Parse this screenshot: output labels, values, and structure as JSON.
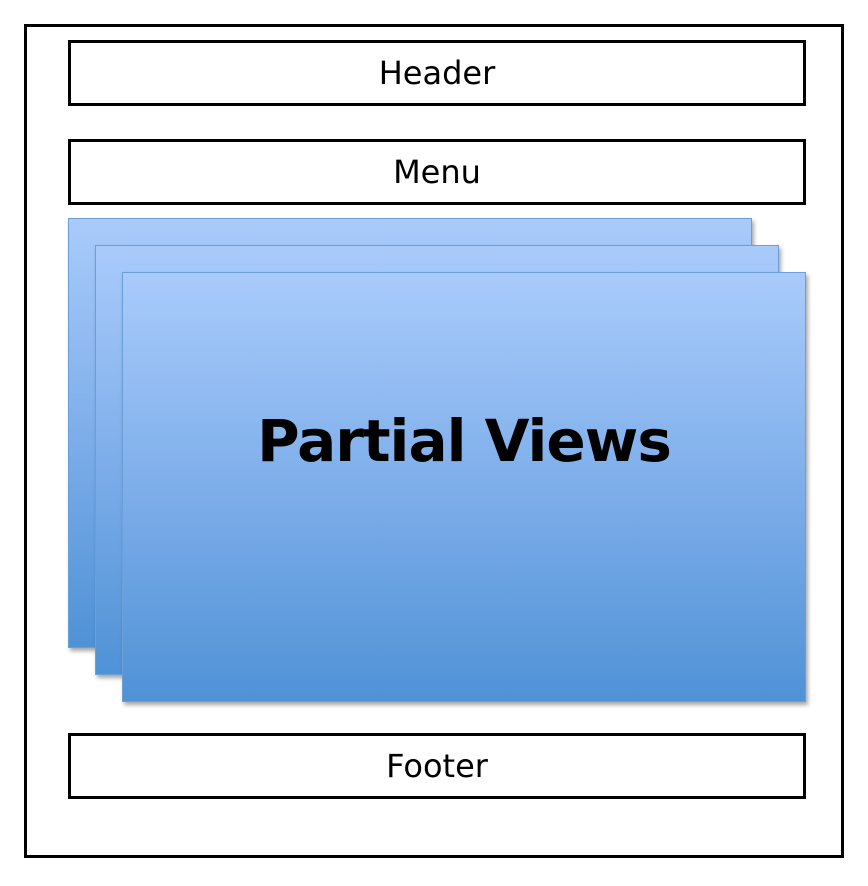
{
  "diagram": {
    "header_label": "Header",
    "menu_label": "Menu",
    "partial_views_label": "Partial Views",
    "footer_label": "Footer"
  },
  "colors": {
    "frame_border": "#000000",
    "partial_view_top": "#a9cbfb",
    "partial_view_bottom": "#4f92d6",
    "partial_view_border": "#6c9fd8"
  }
}
